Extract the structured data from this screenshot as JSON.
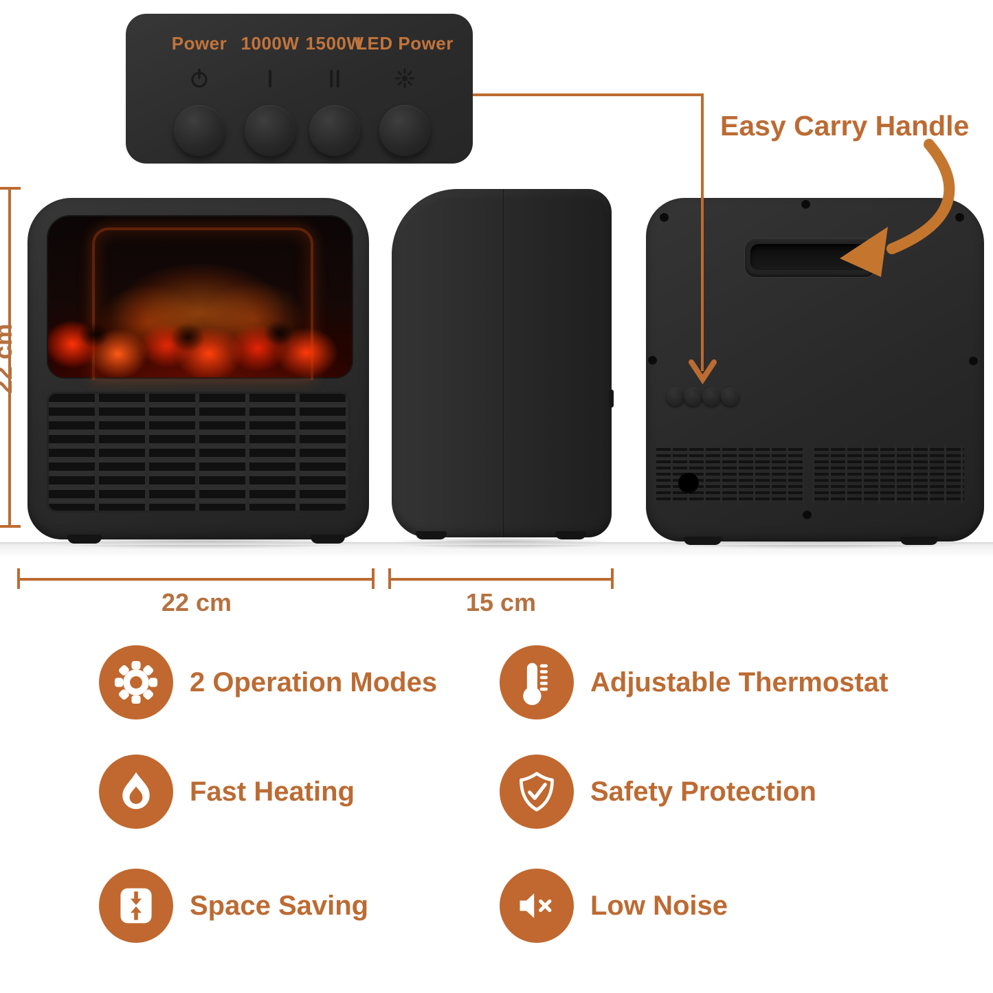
{
  "colors": {
    "accent_orange": "#BC6B33",
    "icon_orange": "#C0682F",
    "arrow_orange": "#C4762F",
    "heater_body": "#2b2b2b",
    "background": "#ffffff"
  },
  "control_panel": {
    "labels": [
      "Power",
      "1000W",
      "1500W",
      "LED Power"
    ]
  },
  "callout": {
    "handle_label": "Easy Carry Handle"
  },
  "dimensions": {
    "height": "22 cm",
    "width": "22 cm",
    "depth": "15 cm"
  },
  "features": [
    {
      "icon": "gear-icon",
      "label": "2 Operation Modes"
    },
    {
      "icon": "thermometer-icon",
      "label": "Adjustable Thermostat"
    },
    {
      "icon": "flame-icon",
      "label": "Fast Heating"
    },
    {
      "icon": "shield-check-icon",
      "label": "Safety Protection"
    },
    {
      "icon": "compress-icon",
      "label": "Space Saving"
    },
    {
      "icon": "speaker-mute-icon",
      "label": "Low Noise"
    }
  ]
}
